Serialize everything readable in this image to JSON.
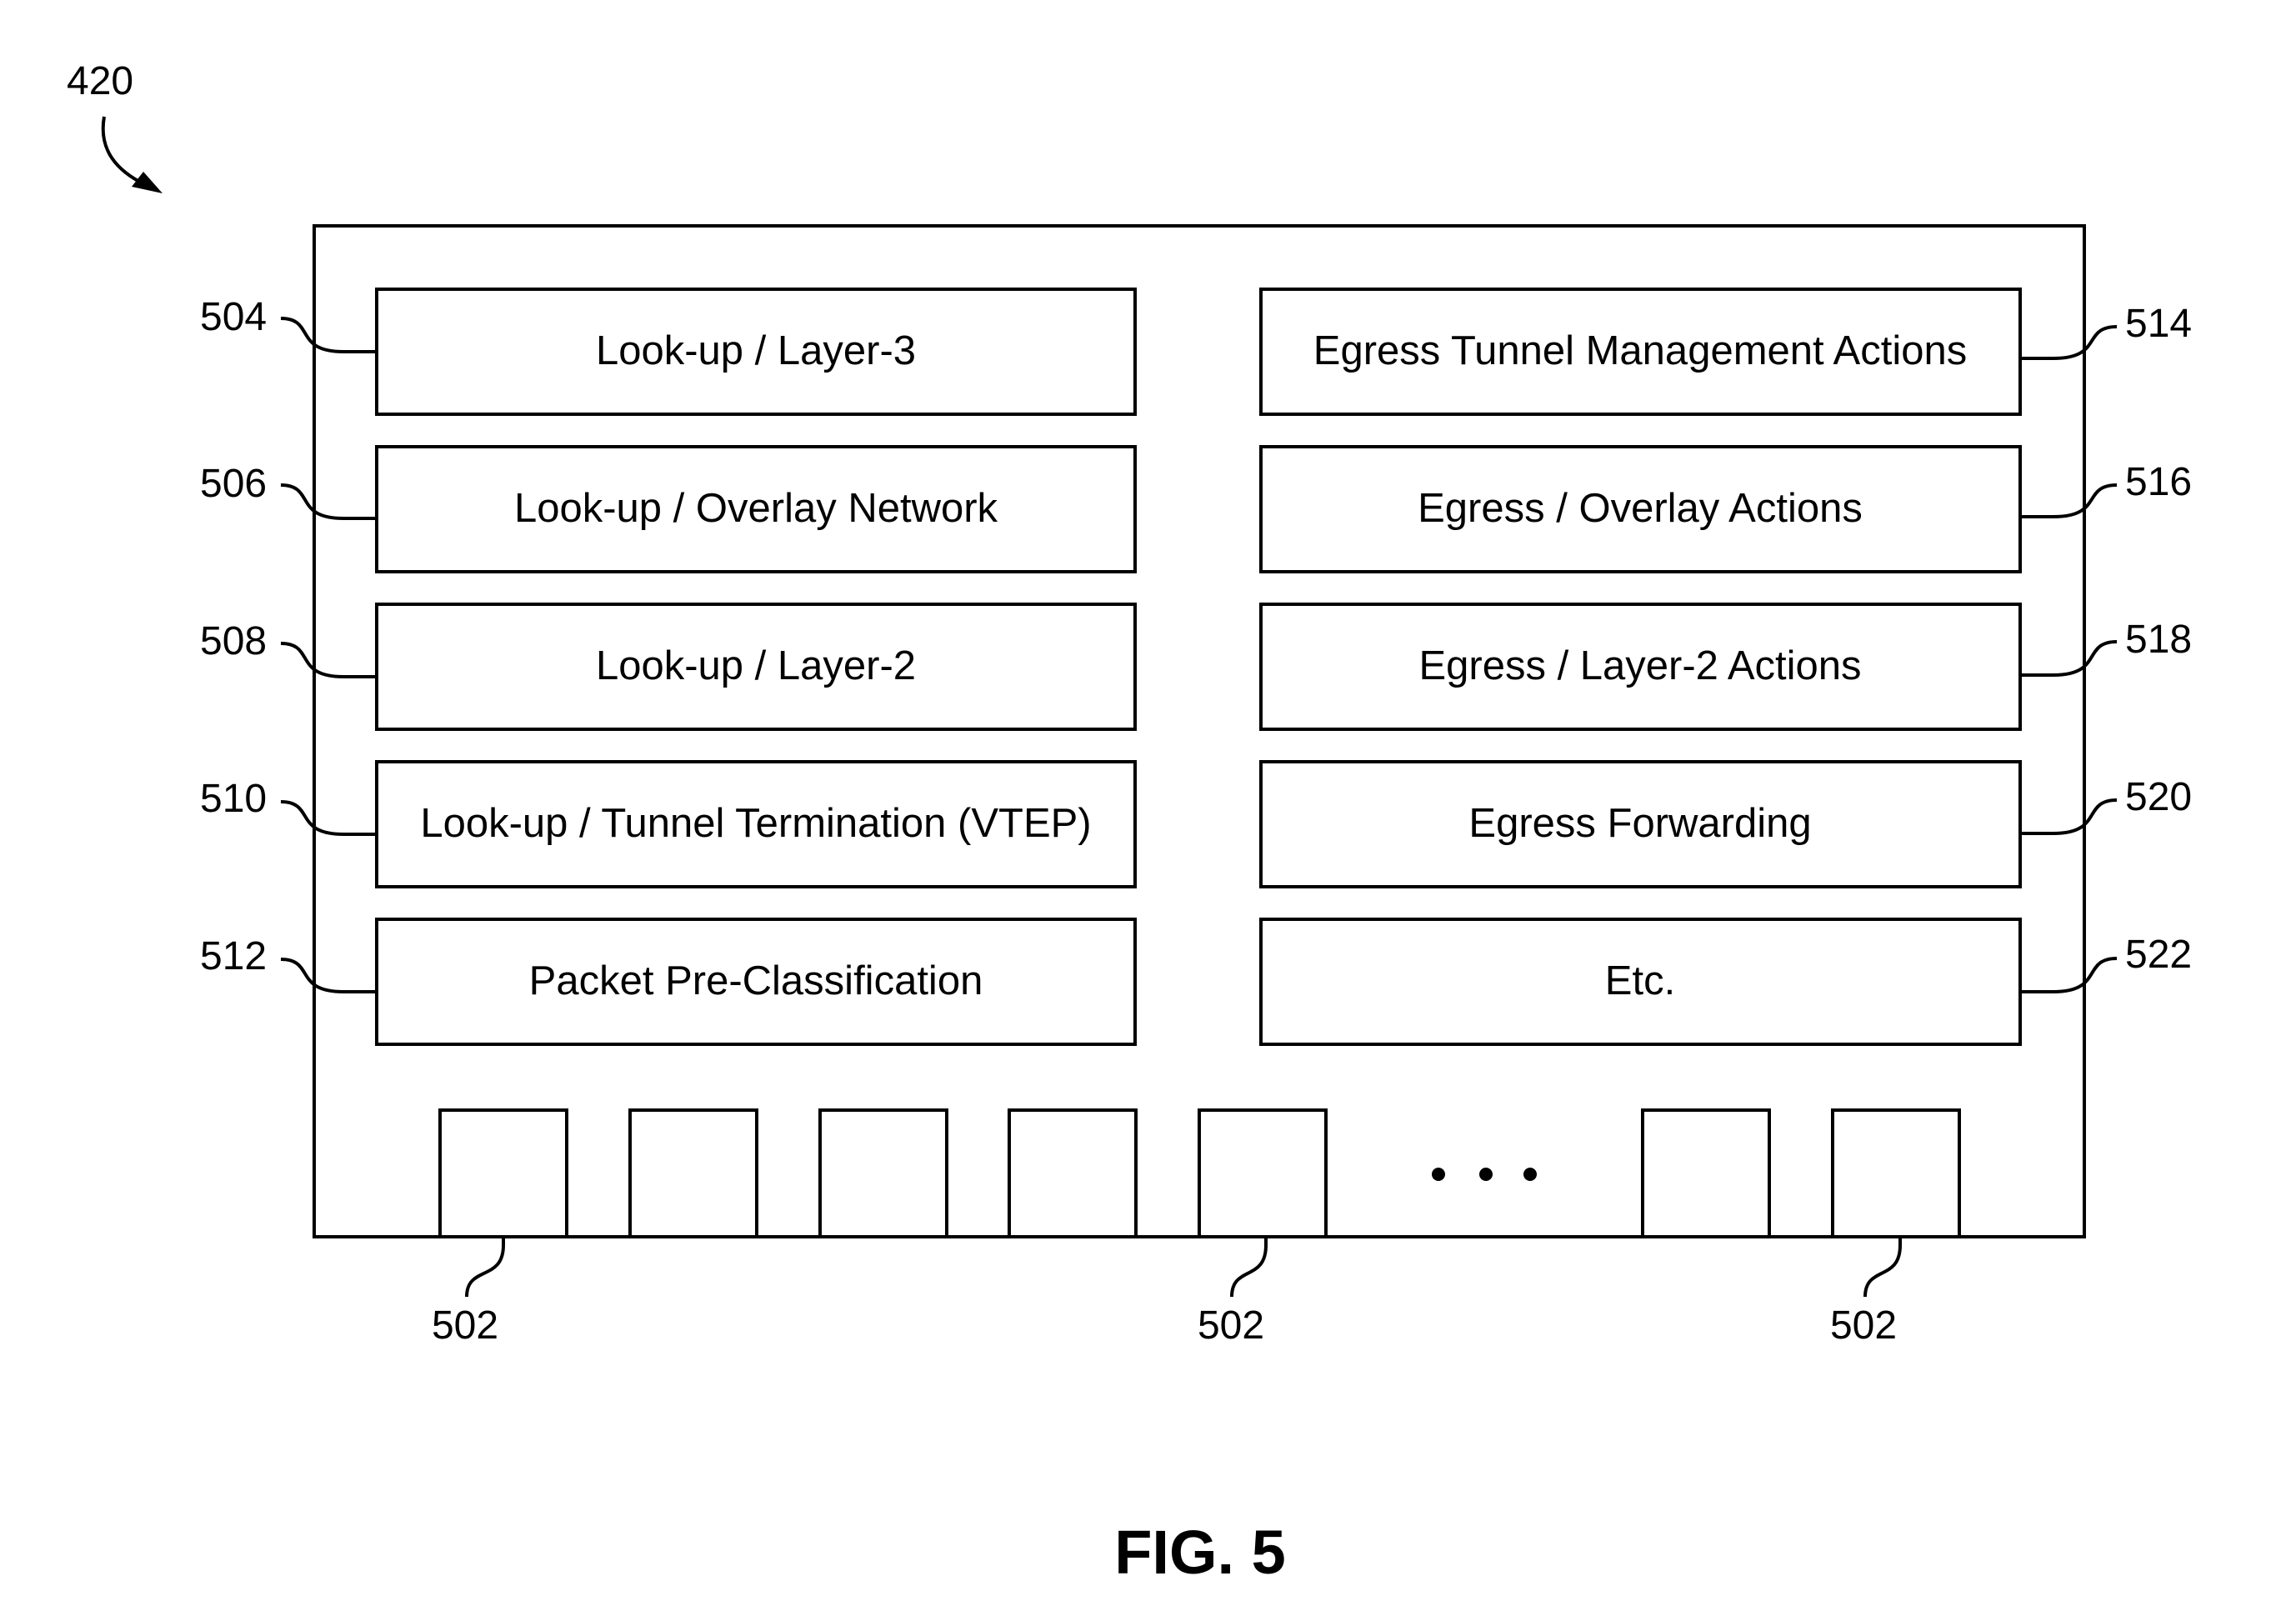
{
  "figure": {
    "number_label": "420",
    "caption": "FIG. 5"
  },
  "blocks": {
    "left": [
      {
        "ref": "504",
        "label": "Look-up / Layer-3"
      },
      {
        "ref": "506",
        "label": "Look-up / Overlay Network"
      },
      {
        "ref": "508",
        "label": "Look-up / Layer-2"
      },
      {
        "ref": "510",
        "label": "Look-up / Tunnel Termination (VTEP)"
      },
      {
        "ref": "512",
        "label": "Packet Pre-Classification"
      }
    ],
    "right": [
      {
        "ref": "514",
        "label": "Egress Tunnel Management Actions"
      },
      {
        "ref": "516",
        "label": "Egress / Overlay Actions"
      },
      {
        "ref": "518",
        "label": "Egress / Layer-2 Actions"
      },
      {
        "ref": "520",
        "label": "Egress Forwarding"
      },
      {
        "ref": "522",
        "label": "Etc."
      }
    ]
  },
  "ports": {
    "ref_labels": [
      "502",
      "502",
      "502"
    ]
  }
}
